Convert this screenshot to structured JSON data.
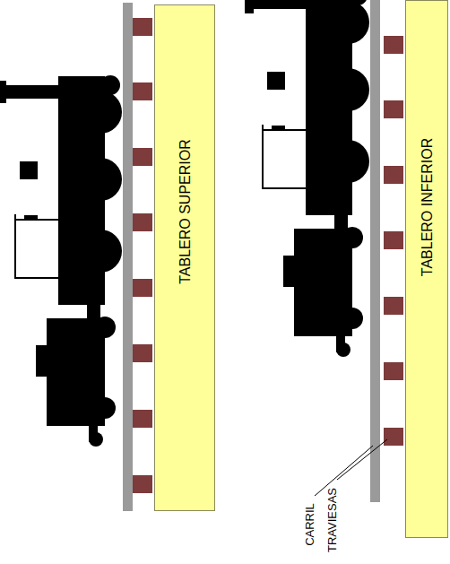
{
  "diagram": {
    "nodes": [
      {
        "text": [
          "TABLERO SUPERIOR"
        ]
      },
      {
        "text": [
          "TABLERO INFERIOR"
        ]
      }
    ],
    "labels": [
      "CARRIL",
      "TRAVIESAS"
    ]
  }
}
